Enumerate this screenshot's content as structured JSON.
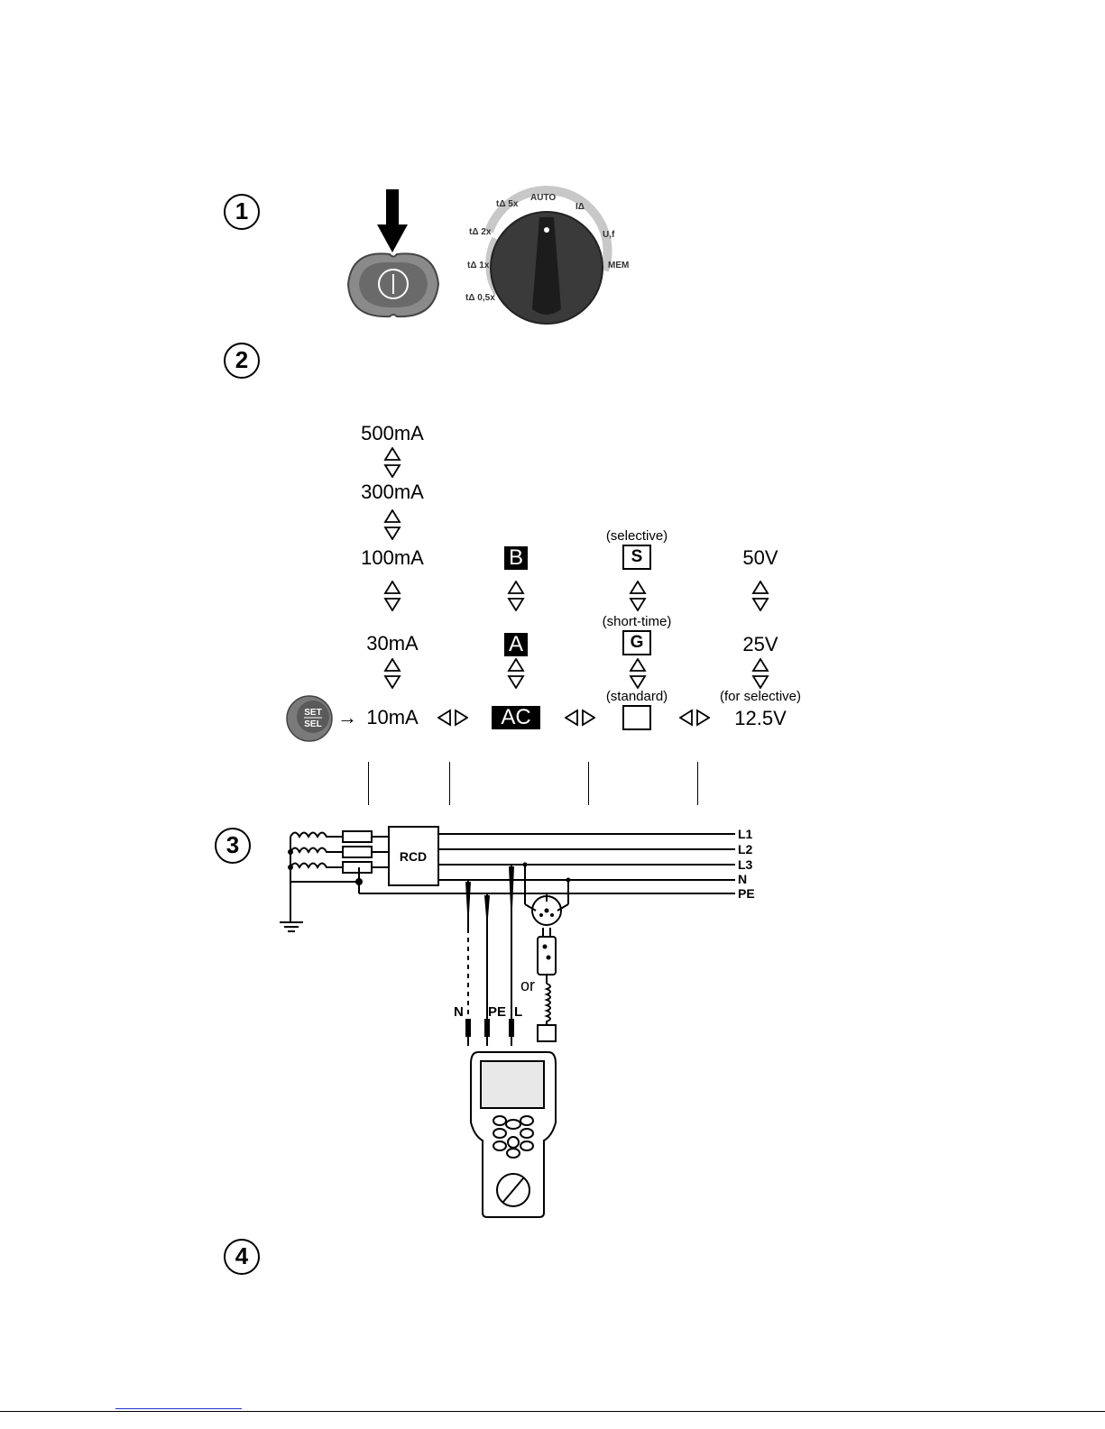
{
  "steps": [
    "1",
    "2",
    "3",
    "4"
  ],
  "dial": {
    "labels": [
      "AUTO",
      "IΔ",
      "U,f",
      "MEM",
      "tΔ 5x",
      "tΔ 2x",
      "tΔ 1x",
      "tΔ 0,5x"
    ]
  },
  "currents": [
    "500mA",
    "300mA",
    "100mA",
    "30mA",
    "10mA"
  ],
  "rcd_types": [
    "B",
    "A",
    "AC"
  ],
  "rcd_kinds": {
    "selective_label": "(selective)",
    "selective_symbol": "S",
    "short_label": "(short-time)",
    "short_symbol": "G",
    "standard_label": "(standard)"
  },
  "voltages": {
    "v50": "50V",
    "v25": "25V",
    "v12": "12.5V",
    "note": "(for selective)"
  },
  "set_button": {
    "top": "SET",
    "bottom": "SEL"
  },
  "arrow_symbol": "→",
  "circuit": {
    "rcd": "RCD",
    "lines": [
      "L1",
      "L2",
      "L3",
      "N",
      "PE"
    ],
    "probes": [
      "N",
      "PE",
      "L"
    ],
    "or": "or"
  },
  "colors": {
    "button_gray": "#7a7a7a",
    "dial_dark": "#3a3a3a",
    "line": "#000000"
  }
}
